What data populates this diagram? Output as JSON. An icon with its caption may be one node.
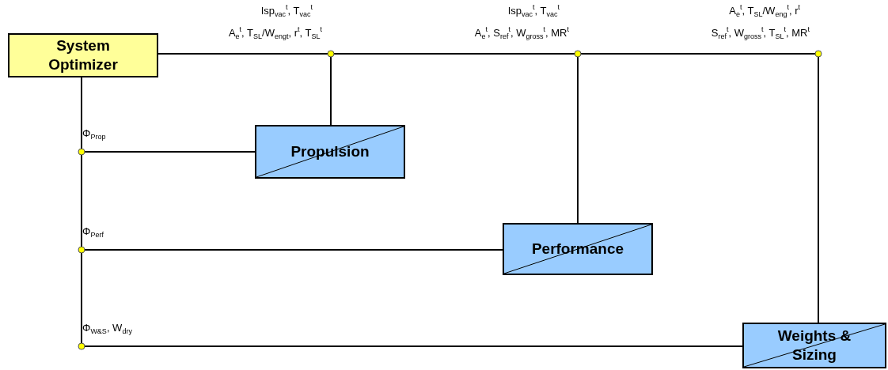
{
  "diagram": {
    "nodes": [
      {
        "text": [
          "System Optimizer"
        ]
      },
      {
        "text": [],
        "shape": "circle",
        "beside": [
          "Isp$_{vac}$$^{t}$, T$_{vac}$$^{t}$",
          "A$_{e}$$^{t}$, T$_{SL}$/W$_{engt}$, r$^{t}$, T$_{SL}$$^{t}$"
        ]
      },
      {
        "text": [],
        "shape": "circle",
        "beside": [
          "Isp$_{vac}$$^{t}$, T$_{vac}$$^{t}$",
          "A$_{e}$$^{t}$, S$_{ref}$$^{t}$, W$_{gross}$$^{t}$, MR$^{t}$"
        ]
      },
      {
        "text": [],
        "shape": "circle",
        "beside": [
          "A$_{e}$$^{t}$, T$_{SL}$/W$_{eng}$$^{t}$, r$^{t}$",
          "S$_{ref}$$^{t}$, W$_{gross}$$^{t}$, T$_{SL}$$^{t}$, MR$^{t}$"
        ]
      },
      {
        "text": [],
        "shape": "circle",
        "beside": [
          "Φ$_{Prop}$"
        ]
      },
      {
        "text": [
          "Propulsion"
        ]
      },
      {
        "text": [],
        "shape": "circle",
        "beside": [
          "Φ$_{Perf}$"
        ]
      },
      {
        "text": [
          "Performance"
        ]
      },
      {
        "text": [],
        "shape": "circle",
        "beside": [
          "Φ$_{W&S}$, W$_{dry}$"
        ]
      },
      {
        "text": [
          "Weights & Sizing"
        ]
      }
    ],
    "edges": [
      {
        "from": 0,
        "to": 1,
        "arrow": "none"
      },
      {
        "from": 1,
        "to": 2,
        "arrow": "none"
      },
      {
        "from": 2,
        "to": 3,
        "arrow": "none"
      },
      {
        "from": 1,
        "to": 5,
        "arrow": "none"
      },
      {
        "from": 2,
        "to": 7,
        "arrow": "none"
      },
      {
        "from": 3,
        "to": 9,
        "arrow": "none"
      },
      {
        "from": 0,
        "to": 4,
        "arrow": "none"
      },
      {
        "from": 4,
        "to": 6,
        "arrow": "none"
      },
      {
        "from": 6,
        "to": 8,
        "arrow": "none"
      },
      {
        "from": 4,
        "to": 5,
        "arrow": "none"
      },
      {
        "from": 6,
        "to": 7,
        "arrow": "none"
      },
      {
        "from": 8,
        "to": 9,
        "arrow": "none"
      }
    ]
  }
}
